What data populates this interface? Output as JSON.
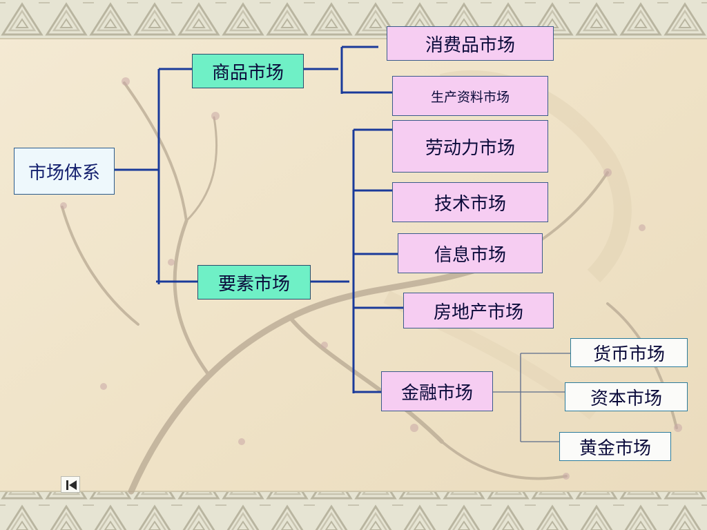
{
  "diagram": {
    "root": {
      "label": "市场体系"
    },
    "goods_market": {
      "label": "商品市场",
      "children": [
        "消费品市场",
        "生产资料市场"
      ]
    },
    "factor_market": {
      "label": "要素市场",
      "children": [
        "劳动力市场",
        "技术市场",
        "信息市场",
        "房地产市场"
      ]
    },
    "financial_market": {
      "label": "金融市场",
      "children": [
        "货币市场",
        "资本市场",
        "黄金市场"
      ]
    }
  },
  "colors": {
    "connector": "#1a3a9a",
    "connector_thin": "#5a6a8a",
    "root_fill": "#eef8fc",
    "level1_fill": "#6ff0c6",
    "leaf_fill": "#f6cdf2",
    "leaf3_fill": "#fbfbf9",
    "frame_band": "#e2e0cf"
  },
  "nav": {
    "first_slide_icon": "first-slide-icon"
  }
}
